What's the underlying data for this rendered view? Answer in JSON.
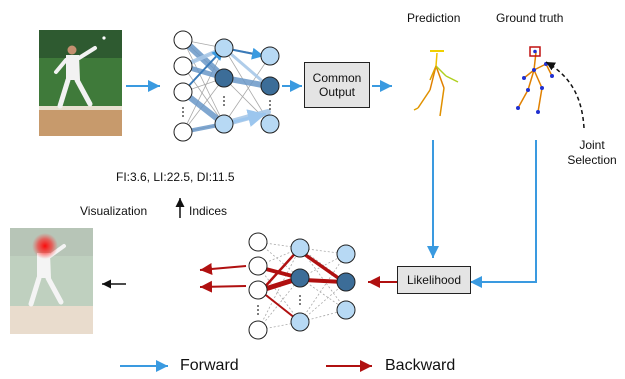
{
  "labels": {
    "prediction": "Prediction",
    "ground_truth": "Ground truth",
    "common_output": "Common Output",
    "joint_selection": "Joint Selection",
    "likelihood": "Likelihood",
    "indices_values": "FI:3.6, LI:22.5, DI:11.5",
    "visualization": "Visualization",
    "indices": "Indices"
  },
  "legend": {
    "forward": "Forward",
    "backward": "Backward"
  },
  "colors": {
    "forward": "#3a9ae0",
    "backward": "#b01010"
  }
}
